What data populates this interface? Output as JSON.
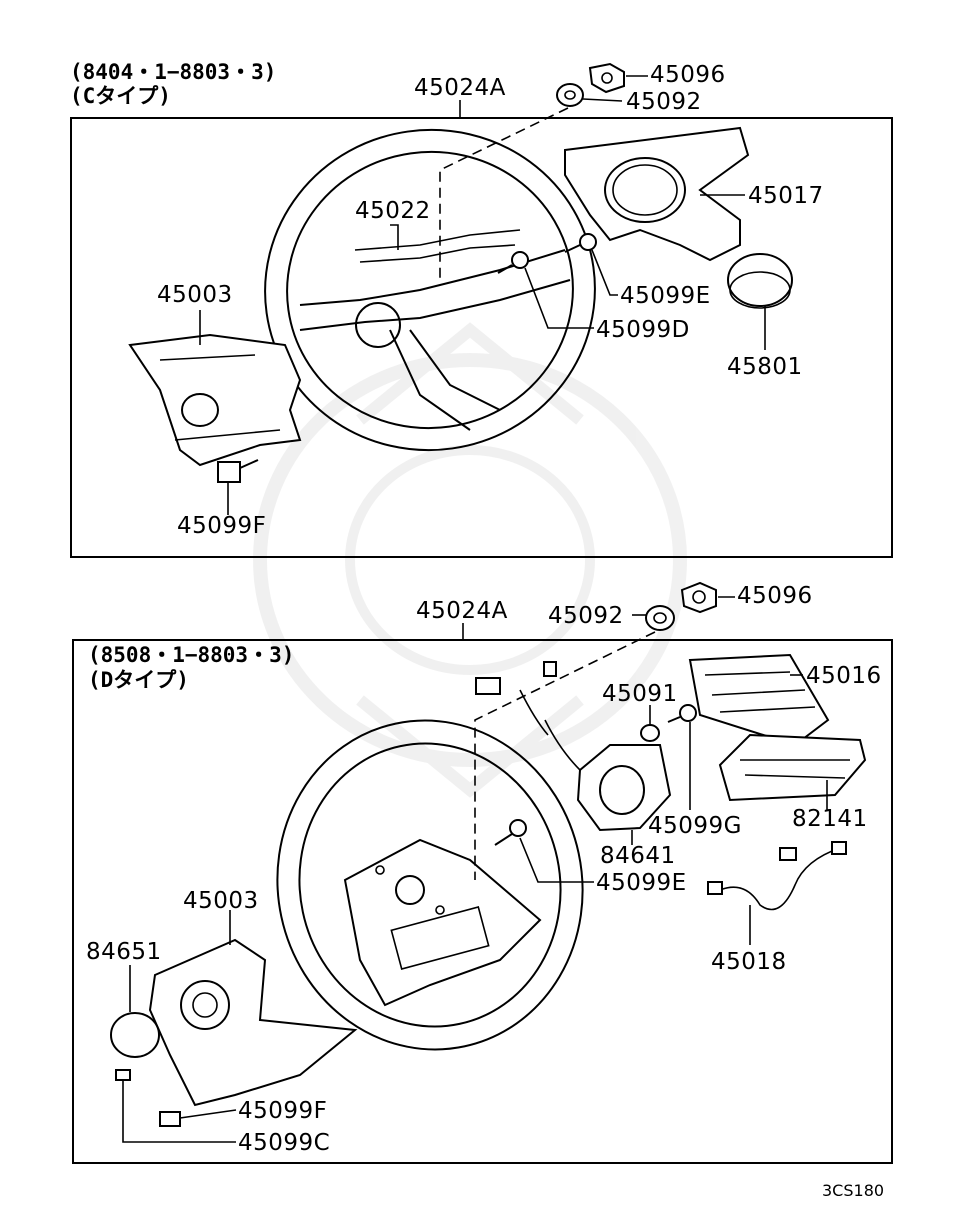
{
  "diagram": {
    "panel_c": {
      "date_range": "(8404・1−8803・3)",
      "type_label": "(Cタイプ)",
      "parts": {
        "p45024A": "45024A",
        "p45096": "45096",
        "p45092": "45092",
        "p45017": "45017",
        "p45022": "45022",
        "p45003": "45003",
        "p45099E": "45099E",
        "p45099D": "45099D",
        "p45801": "45801",
        "p45099F": "45099F"
      }
    },
    "panel_d": {
      "date_range": "(8508・1−8803・3)",
      "type_label": "(Dタイプ)",
      "parts": {
        "p45024A": "45024A",
        "p45092": "45092",
        "p45096": "45096",
        "p45016": "45016",
        "p45091": "45091",
        "p45099G": "45099G",
        "p82141": "82141",
        "p84641": "84641",
        "p45099E": "45099E",
        "p45003": "45003",
        "p84651": "84651",
        "p45018": "45018",
        "p45099F": "45099F",
        "p45099C": "45099C"
      }
    },
    "figure_code": "3CS180"
  }
}
